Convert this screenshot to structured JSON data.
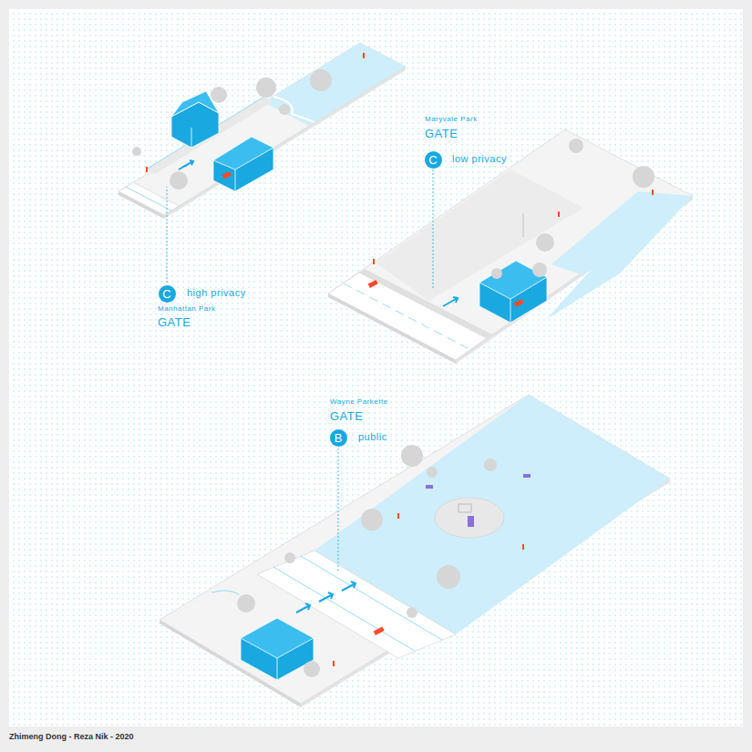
{
  "diagram": {
    "caption": "Zhimeng Dong - Reza Nik - 2020",
    "nodes": [
      {
        "text": [
          "C"
        ]
      },
      {
        "text": [
          "C"
        ]
      },
      {
        "text": [
          "B"
        ]
      }
    ],
    "labels": [
      "Maryvale Park",
      "GATE",
      "low privacy",
      "high privacy",
      "Manhattan Park",
      "GATE",
      "Wayne Parkette",
      "GATE",
      "public"
    ]
  }
}
